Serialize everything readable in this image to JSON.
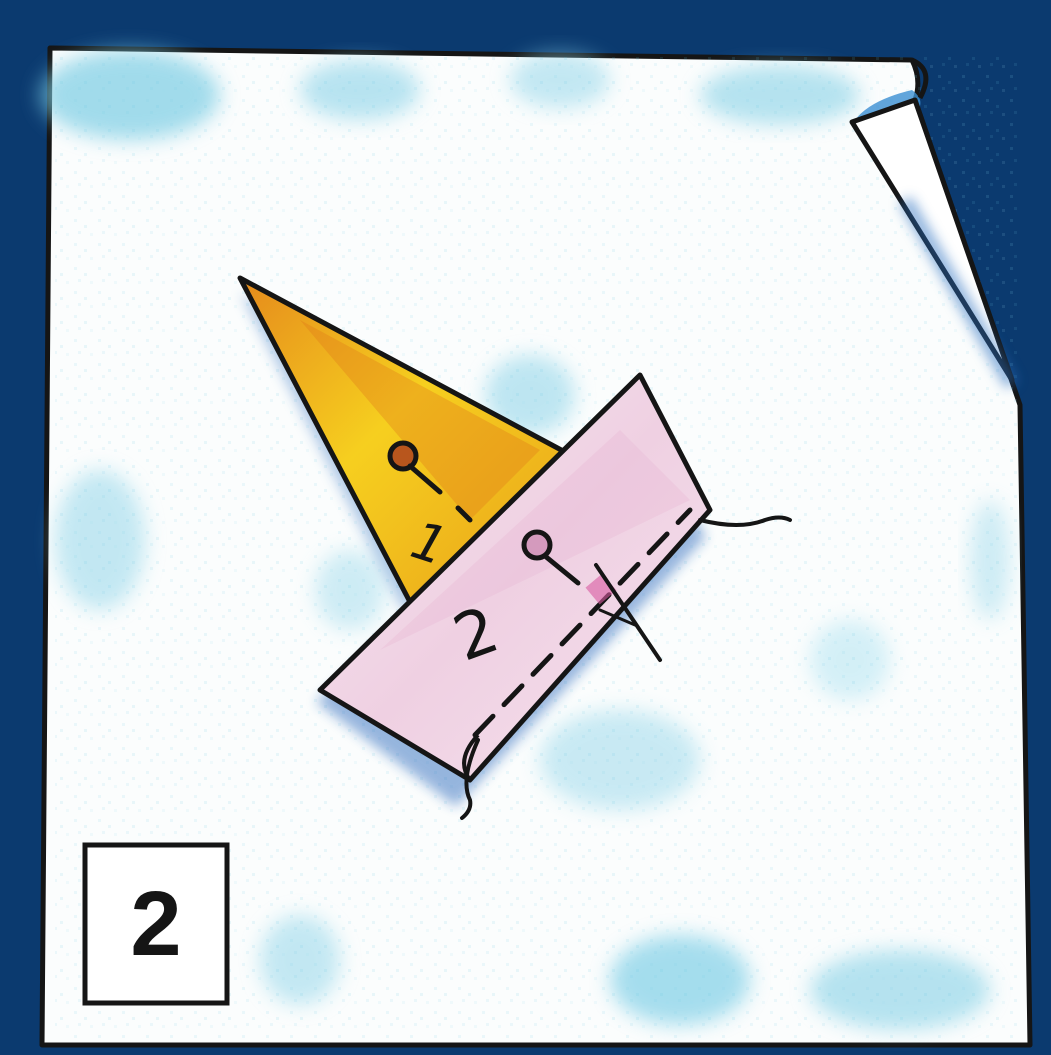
{
  "step_number": "2",
  "pieces": {
    "triangle_label": "1",
    "strip_label": "2"
  },
  "colors": {
    "frame": "#0b3a6f",
    "paper": "#fbfdfd",
    "speckle": "#7fd0e6",
    "shadow": "#2f78c8",
    "triangle_fill": "#f2c21a",
    "triangle_shade": "#e07a18",
    "strip_fill": "#f3dbe8",
    "strip_shade": "#d79ac2",
    "ink": "#111111",
    "pin_head": "#b8561d"
  },
  "icons": [
    "pin-icon",
    "pin-icon",
    "needle-icon"
  ]
}
